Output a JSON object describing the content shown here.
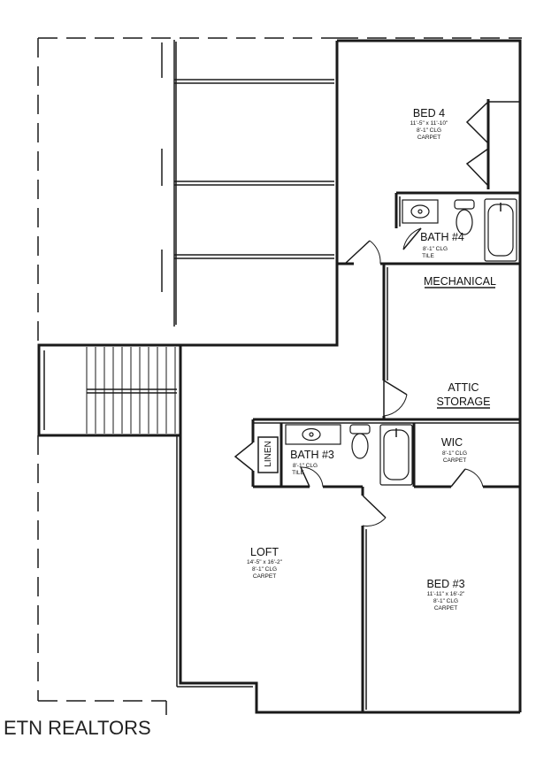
{
  "rooms": {
    "bed4": {
      "name": "BED 4",
      "dims": "11'-5\" x 11'-10\"",
      "ceiling": "8'-1\" CLG",
      "floor": "CARPET"
    },
    "bath4": {
      "name": "BATH #4",
      "ceiling": "8'-1\" CLG",
      "floor": "TILE"
    },
    "mechanical": {
      "name": "MECHANICAL"
    },
    "attic": {
      "line1": "ATTIC",
      "line2": "STORAGE"
    },
    "bath3": {
      "name": "BATH #3",
      "ceiling": "8'-1\" CLG",
      "floor": "TILE"
    },
    "linen": {
      "name": "LINEN"
    },
    "wic": {
      "name": "WIC",
      "ceiling": "8'-1\" CLG",
      "floor": "CARPET"
    },
    "loft": {
      "name": "LOFT",
      "dims": "14'-5\" x 16'-2\"",
      "ceiling": "8'-1\" CLG",
      "floor": "CARPET"
    },
    "bed3": {
      "name": "BED #3",
      "dims": "11'-11\" x 16'-2\"",
      "ceiling": "8'-1\" CLG",
      "floor": "CARPET"
    }
  },
  "watermark": "ETN REALTORS"
}
